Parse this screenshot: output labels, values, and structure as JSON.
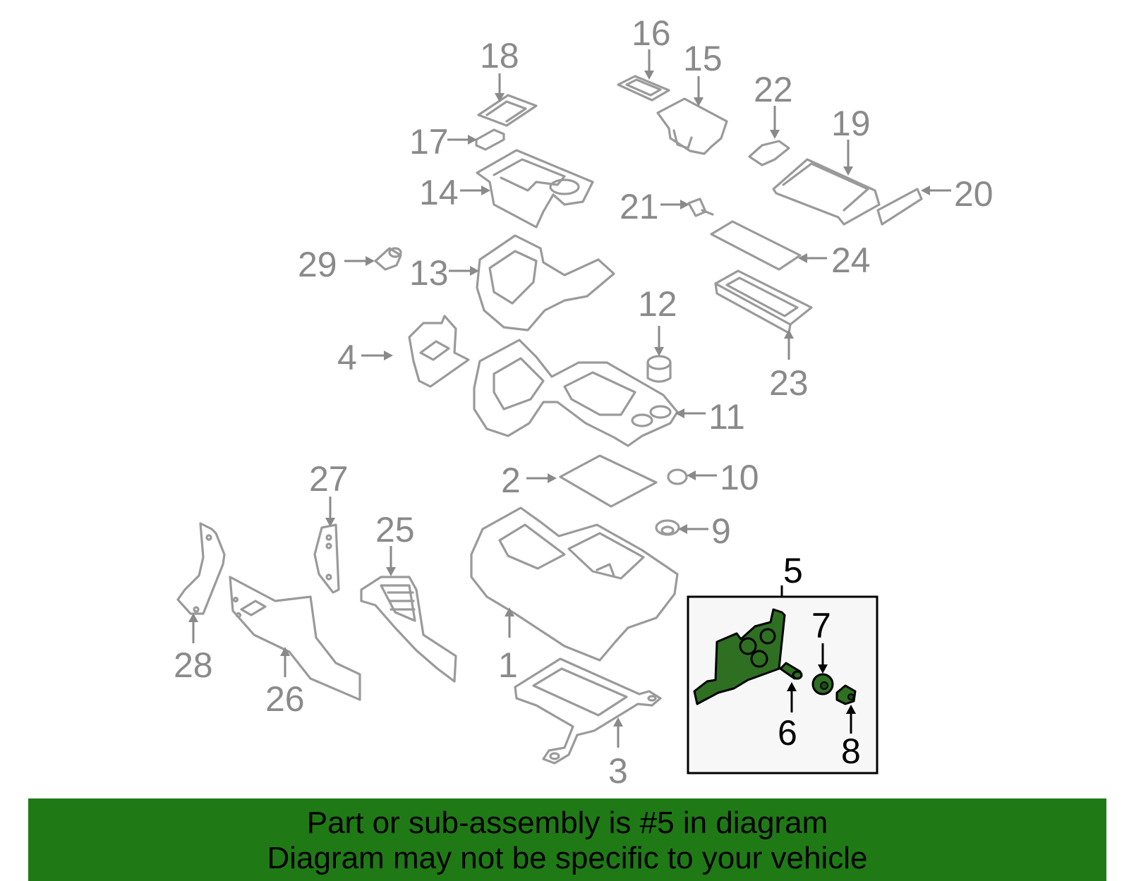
{
  "callouts": {
    "c1": "1",
    "c2": "2",
    "c3": "3",
    "c4": "4",
    "c5": "5",
    "c6": "6",
    "c7": "7",
    "c8": "8",
    "c9": "9",
    "c10": "10",
    "c11": "11",
    "c12": "12",
    "c13": "13",
    "c14": "14",
    "c15": "15",
    "c16": "16",
    "c17": "17",
    "c18": "18",
    "c19": "19",
    "c20": "20",
    "c21": "21",
    "c22": "22",
    "c23": "23",
    "c24": "24",
    "c25": "25",
    "c26": "26",
    "c27": "27",
    "c28": "28",
    "c29": "29"
  },
  "highlight_part": "5",
  "colors": {
    "banner_bg": "#1f7a16",
    "highlight_fill": "#2f6f22",
    "line_gray": "#9a9a9a"
  },
  "banner": {
    "line1": "Part or sub-assembly is #5 in diagram",
    "line2": "Diagram may not be specific to your vehicle"
  }
}
